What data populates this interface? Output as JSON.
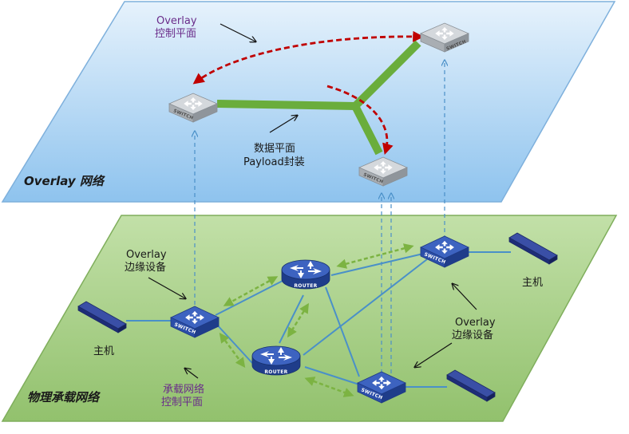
{
  "planes": {
    "overlay": {
      "label": "Overlay 网络"
    },
    "physical": {
      "label": "物理承载网络"
    }
  },
  "annotations": {
    "overlay_control": {
      "line1": "Overlay",
      "line2": "控制平面"
    },
    "data_plane": {
      "line1": "数据平面",
      "line2": "Payload封装"
    },
    "edge_left": {
      "line1": "Overlay",
      "line2": "边缘设备"
    },
    "edge_right": {
      "line1": "Overlay",
      "line2": "边缘设备"
    },
    "underlay_control": {
      "line1": "承载网络",
      "line2": "控制平面"
    }
  },
  "hosts": {
    "left": {
      "label": "主机"
    },
    "right_top": {
      "label": "主机"
    }
  },
  "devices": {
    "switch_tag": "SWITCH",
    "router_tag": "ROUTER"
  },
  "colors": {
    "overlay_plane": "#bcdcf6",
    "physical_plane": "#a9d08e",
    "payload_tunnel": "#6aad3c",
    "overlay_control_arrow": "#c00000",
    "underlay_control_arrow": "#7cb342",
    "physical_link": "#4a90c8",
    "vertical_mapping": "#4a90c8",
    "physical_switch": "#2b4ea8",
    "overlay_switch": "#9aa0a6",
    "host": "#2c3e8c"
  }
}
